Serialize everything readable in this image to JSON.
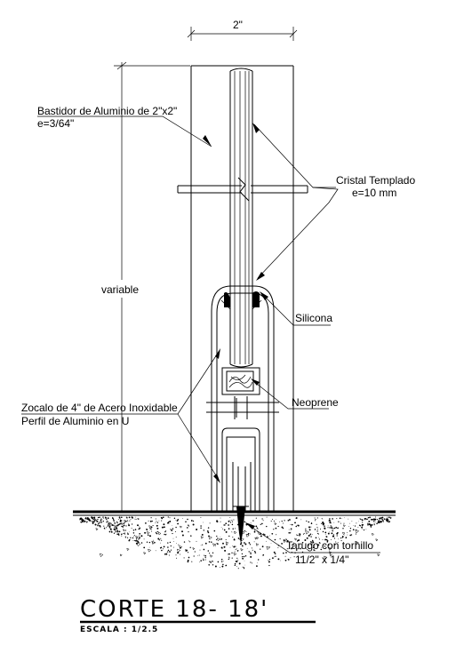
{
  "dimension_top": "2\"",
  "dimension_side": "variable",
  "labels": {
    "frame_line1": "Bastidor de Aluminio de 2\"x2\"",
    "frame_line2": "e=3/64\"",
    "glass_line1": "Cristal Templado",
    "glass_line2": "e=10 mm",
    "silicone": "Silicona",
    "neoprene": "Neoprene",
    "skirting_line1": "Zocalo de 4\" de Acero Inoxidable",
    "skirting_line2": "Perfil de Aluminio en U",
    "anchor_line1": "Tarugo con tornillo",
    "anchor_line2": "11/2\" x 1/4\""
  },
  "title": "CORTE  18- 18'",
  "scale": "ESCALA : 1/2.5"
}
